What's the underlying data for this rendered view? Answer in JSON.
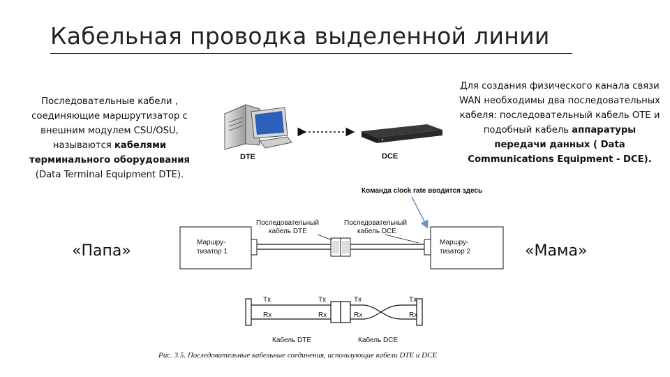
{
  "slide": {
    "title": "Кабельная проводка выделенной линии",
    "left_text": {
      "intro": "Последовательные кабели , соединяющие маршрутизатор с внешним модулем CSU/OSU, называются ",
      "bold": "кабелями терминального оборудования",
      "tail": " (Data Terminal Equipment DTE)."
    },
    "right_text": {
      "intro": "Для создания физического канала связи WAN необходимы два последовательных кабеля: последовательный кабель ОТЕ и подобный кабель ",
      "bold": "аппаратуры передачи данных ( Data Communications Equipment - DCE)."
    },
    "left_nickname": "«Папа»",
    "right_nickname": "«Мама»"
  },
  "figure": {
    "dte_label": "DTE",
    "dce_label": "DCE",
    "clock_note": "Команда clock rate вводится здесь",
    "router1_line1": "Маршру-",
    "router1_line2": "тизатор 1",
    "router2_line1": "Маршру-",
    "router2_line2": "тизатор 2",
    "dte_cable_line1": "Последовательный",
    "dte_cable_line2": "кабель DTE",
    "dce_cable_line1": "Последовательный",
    "dce_cable_line2": "кабель DCE",
    "tx": "Tx",
    "rx": "Rx",
    "cable_dte": "Кабель DTE",
    "cable_dce": "Кабель DCE",
    "caption": "Рис. 3.5. Последовательные кабельные соединения, использующие кабели DTE и DCE"
  },
  "colors": {
    "arrow": "#6f8fbf",
    "monitor_screen": "#2b5fb8",
    "device_dark": "#1f1f1f"
  }
}
